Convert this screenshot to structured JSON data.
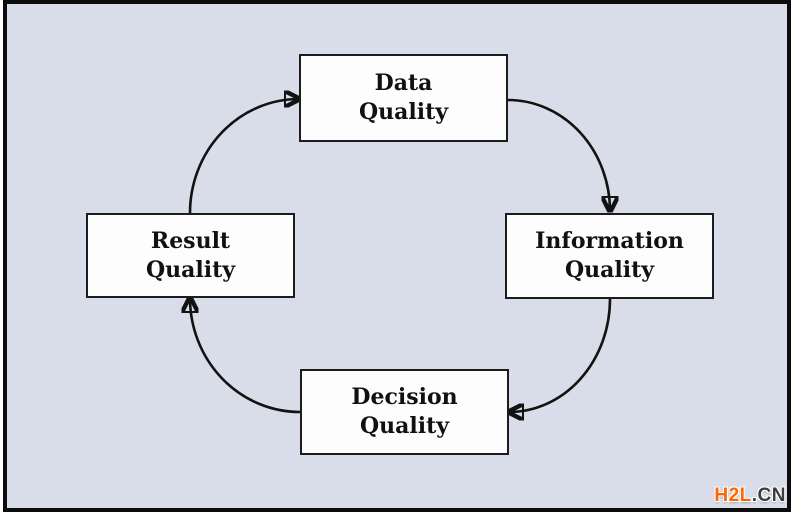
{
  "frame": {
    "background": "#d8dde9",
    "border_color": "#0c0c0c",
    "outer_background": "#ffffff"
  },
  "diagram": {
    "type": "cycle",
    "nodes": [
      {
        "id": "data-quality",
        "line1": "Data",
        "line2": "Quality"
      },
      {
        "id": "information-quality",
        "line1": "Information",
        "line2": "Quality"
      },
      {
        "id": "decision-quality",
        "line1": "Decision",
        "line2": "Quality"
      },
      {
        "id": "result-quality",
        "line1": "Result",
        "line2": "Quality"
      }
    ],
    "edges": [
      {
        "from": "data-quality",
        "to": "information-quality"
      },
      {
        "from": "information-quality",
        "to": "decision-quality"
      },
      {
        "from": "decision-quality",
        "to": "result-quality"
      },
      {
        "from": "result-quality",
        "to": "data-quality"
      }
    ],
    "node_fill": "#fdfdfe",
    "node_border": "#1c1c1c",
    "arrow_color": "#121212",
    "text_color": "#111111"
  },
  "watermark": {
    "primary": "H2L",
    "secondary": ".CN",
    "primary_color": "#ff6600",
    "secondary_color": "#3d3d3d"
  }
}
